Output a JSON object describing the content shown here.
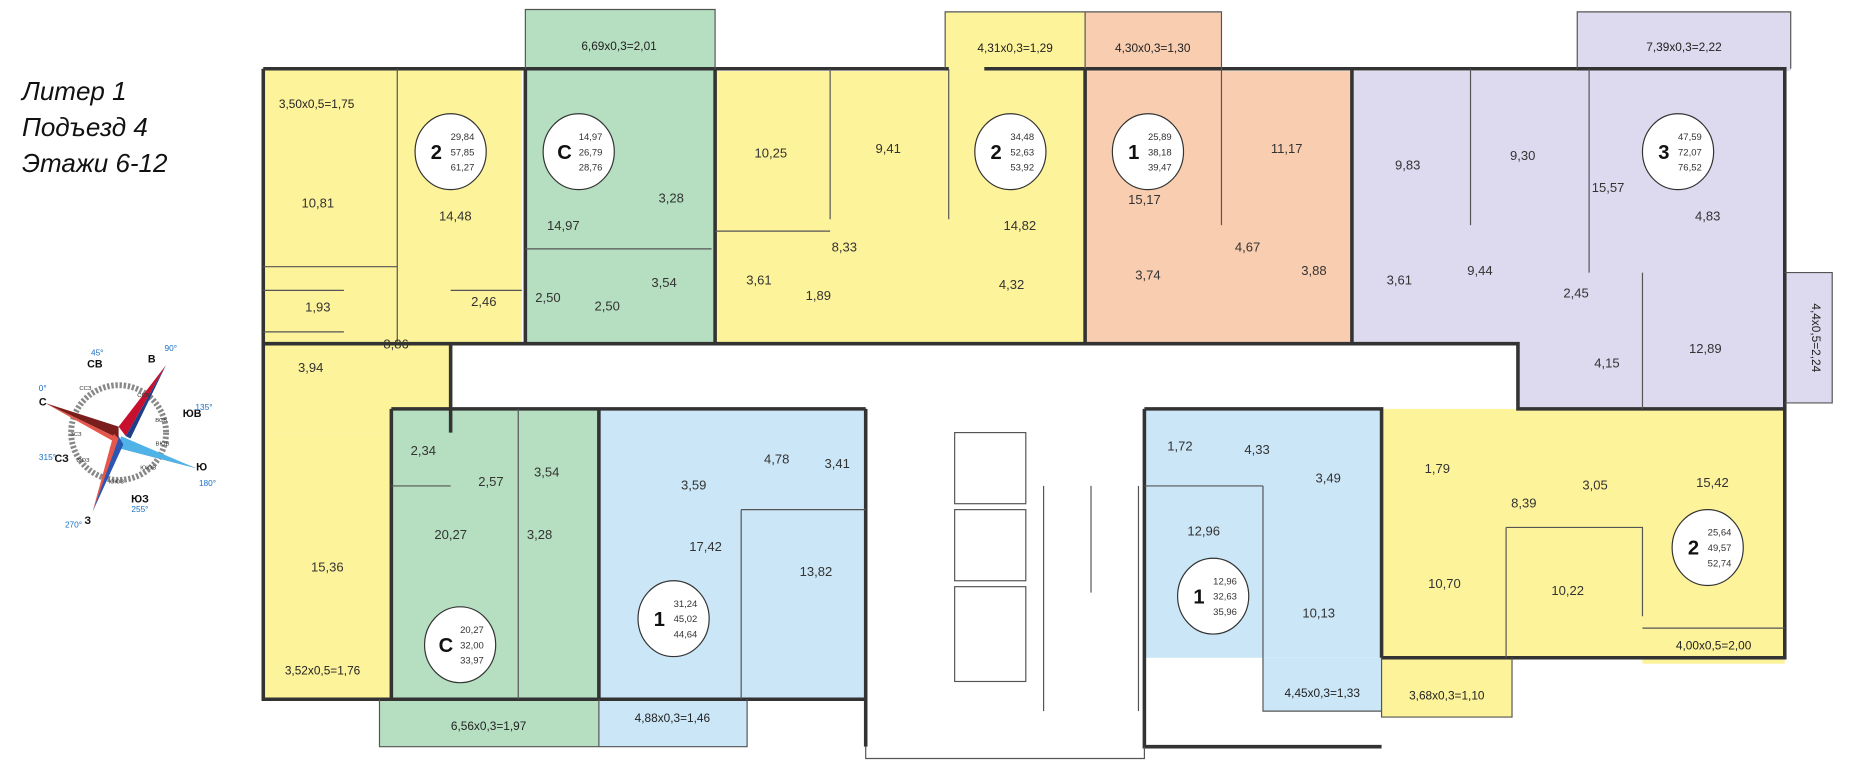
{
  "header": {
    "liter": "Литер 1",
    "entrance": "Подъезд 4",
    "floors": "Этажи 6-12"
  },
  "colors": {
    "yellow": "#fdf39a",
    "green": "#b5dfc0",
    "orange": "#f9cdb0",
    "purple": "#ddd9ee",
    "blue": "#cbe6f7",
    "wall": "#333333"
  },
  "compass": {
    "n": "С",
    "n_deg": "0°",
    "ne": "СВ",
    "ne_deg": "45°",
    "e": "В",
    "e_deg": "90°",
    "se": "ЮВ",
    "se_deg": "135°",
    "s": "Ю",
    "s_deg": "180°",
    "sw": "ЮЗ",
    "sw_deg": "255°",
    "w": "З",
    "w_deg": "270°",
    "nw": "СЗ",
    "nw_deg": "315°",
    "minor": [
      "ССВ",
      "ВСВ",
      "ВЮВ",
      "ЮЮВ",
      "ЮЮЗ",
      "ЗЮЗ",
      "ЗСЗ",
      "ССЗ"
    ]
  },
  "apartments": [
    {
      "rooms_count": "2",
      "living": "29,84",
      "total": "57,85",
      "total_with_balcony": "61,27",
      "room_areas": [
        "10,81",
        "14,48",
        "1,93",
        "2,46",
        "8,86",
        "3,94",
        "15,36"
      ],
      "balconies": [
        "3,50x0,5=1,75",
        "3,52x0,5=1,76"
      ]
    },
    {
      "rooms_count": "С",
      "living": "14,97",
      "total": "26,79",
      "total_with_balcony": "28,76",
      "room_areas": [
        "14,97",
        "3,28",
        "2,50",
        "2,50",
        "3,54"
      ],
      "balconies": [
        "6,69x0,3=2,01"
      ]
    },
    {
      "rooms_count": "2",
      "living": "34,48",
      "total": "52,63",
      "total_with_balcony": "53,92",
      "room_areas": [
        "10,25",
        "9,41",
        "8,33",
        "3,61",
        "1,89",
        "14,82",
        "4,32"
      ],
      "balconies": [
        "4,31x0,3=1,29"
      ]
    },
    {
      "rooms_count": "1",
      "living": "25,89",
      "total": "38,18",
      "total_with_balcony": "39,47",
      "room_areas": [
        "15,17",
        "11,17",
        "3,74",
        "4,67",
        "3,88"
      ],
      "balconies": [
        "4,30x0,3=1,30"
      ]
    },
    {
      "rooms_count": "3",
      "living": "47,59",
      "total": "72,07",
      "total_with_balcony": "76,52",
      "room_areas": [
        "9,83",
        "9,30",
        "15,57",
        "4,83",
        "3,61",
        "9,44",
        "2,45",
        "12,89",
        "4,15"
      ],
      "balconies": [
        "7,39x0,3=2,22",
        "4,4x0,5=2,24"
      ]
    },
    {
      "rooms_count": "С",
      "living": "20,27",
      "total": "32,00",
      "total_with_balcony": "33,97",
      "room_areas": [
        "2,34",
        "2,57",
        "3,54",
        "20,27",
        "3,28"
      ],
      "balconies": [
        "6,56x0,3=1,97"
      ]
    },
    {
      "rooms_count": "1",
      "living": "31,24",
      "total": "45,02",
      "total_with_balcony": "44,64",
      "room_areas": [
        "3,59",
        "4,78",
        "3,41",
        "17,42",
        "13,82"
      ],
      "balconies": [
        "4,88x0,3=1,46"
      ]
    },
    {
      "rooms_count": "1",
      "living": "12,96",
      "total": "32,63",
      "total_with_balcony": "35,96",
      "room_areas": [
        "1,72",
        "4,33",
        "3,49",
        "12,96",
        "10,13"
      ],
      "balconies": [
        "4,45x0,3=1,33"
      ]
    },
    {
      "rooms_count": "2",
      "living": "25,64",
      "total": "49,57",
      "total_with_balcony": "52,74",
      "room_areas": [
        "1,79",
        "3,05",
        "8,39",
        "15,42",
        "10,70",
        "10,22"
      ],
      "balconies": [
        "3,68x0,3=1,10",
        "4,00x0,5=2,00"
      ]
    }
  ]
}
